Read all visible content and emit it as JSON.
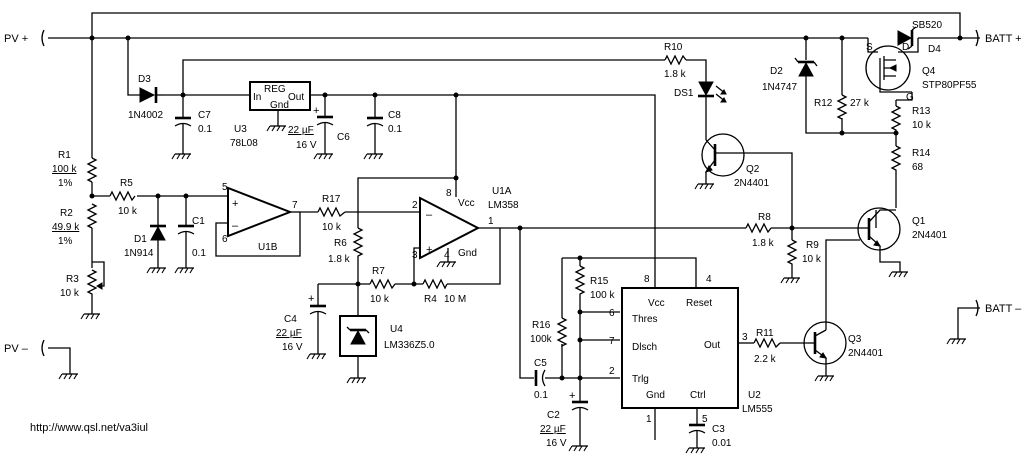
{
  "terminals": {
    "pv_pos": "PV +",
    "pv_neg": "PV –",
    "batt_pos": "BATT +",
    "batt_neg": "BATT –"
  },
  "url": "http://www.qsl.net/va3iul",
  "resistors": {
    "r1": {
      "ref": "R1",
      "value": "100 k",
      "note": "1%"
    },
    "r2": {
      "ref": "R2",
      "value": "49.9 k",
      "note": "1%"
    },
    "r3": {
      "ref": "R3",
      "value": "10 k"
    },
    "r4": {
      "ref": "R4",
      "value": "10 M"
    },
    "r5": {
      "ref": "R5",
      "value": "10 k"
    },
    "r6": {
      "ref": "R6",
      "value": "1.8 k"
    },
    "r7": {
      "ref": "R7",
      "value": "10 k"
    },
    "r8": {
      "ref": "R8",
      "value": "1.8 k"
    },
    "r9": {
      "ref": "R9",
      "value": "10 k"
    },
    "r10": {
      "ref": "R10",
      "value": "1.8 k"
    },
    "r11": {
      "ref": "R11",
      "value": "2.2 k"
    },
    "r12": {
      "ref": "R12",
      "value": "27 k"
    },
    "r13": {
      "ref": "R13",
      "value": "10 k"
    },
    "r14": {
      "ref": "R14",
      "value": "68"
    },
    "r15": {
      "ref": "R15",
      "value": "100 k"
    },
    "r16": {
      "ref": "R16",
      "value": "100k"
    },
    "r17": {
      "ref": "R17",
      "value": "10 k"
    }
  },
  "capacitors": {
    "c1": {
      "ref": "C1",
      "value": "0.1"
    },
    "c2": {
      "ref": "C2",
      "value": "22 µF",
      "voltage": "16 V"
    },
    "c3": {
      "ref": "C3",
      "value": "0.01"
    },
    "c4": {
      "ref": "C4",
      "value": "22 µF",
      "voltage": "16 V"
    },
    "c5": {
      "ref": "C5",
      "value": "0.1"
    },
    "c6": {
      "ref": "C6",
      "value": "22 µF",
      "voltage": "16 V"
    },
    "c7": {
      "ref": "C7",
      "value": "0.1"
    },
    "c8": {
      "ref": "C8",
      "value": "0.1"
    }
  },
  "diodes": {
    "d1": {
      "ref": "D1",
      "part": "1N914"
    },
    "d2": {
      "ref": "D2",
      "part": "1N4747"
    },
    "d3": {
      "ref": "D3",
      "part": "1N4002"
    },
    "d4": {
      "ref": "D4",
      "part": "SB520"
    },
    "ds1": {
      "ref": "DS1"
    }
  },
  "transistors": {
    "q1": {
      "ref": "Q1",
      "part": "2N4401"
    },
    "q2": {
      "ref": "Q2",
      "part": "2N4401"
    },
    "q3": {
      "ref": "Q3",
      "part": "2N4401"
    },
    "q4": {
      "ref": "Q4",
      "part": "STP80PF55",
      "pin_s": "S",
      "pin_d": "D",
      "pin_g": "G"
    }
  },
  "ics": {
    "u1a": {
      "ref": "U1A",
      "part": "LM358",
      "vcc": "Vcc",
      "gnd": "Gnd",
      "pin1": "1",
      "pin2": "2",
      "pin3": "3",
      "pin4": "4",
      "pin8": "8"
    },
    "u1b": {
      "ref": "U1B",
      "pin5": "5",
      "pin6": "6",
      "pin7": "7"
    },
    "u2": {
      "ref": "U2",
      "part": "LM555",
      "vcc": "Vcc",
      "reset": "Reset",
      "thres": "Thres",
      "disch": "Dlsch",
      "trig": "Trlg",
      "out": "Out",
      "gnd": "Gnd",
      "ctrl": "Ctrl",
      "pin1": "1",
      "pin2": "2",
      "pin3": "3",
      "pin4": "4",
      "pin5": "5",
      "pin6": "6",
      "pin7": "7",
      "pin8": "8"
    },
    "u3": {
      "ref": "U3",
      "part": "78L08",
      "in": "In",
      "out": "Out",
      "reg": "REG",
      "gnd": "Gnd"
    },
    "u4": {
      "ref": "U4",
      "part": "LM336Z5.0"
    }
  }
}
